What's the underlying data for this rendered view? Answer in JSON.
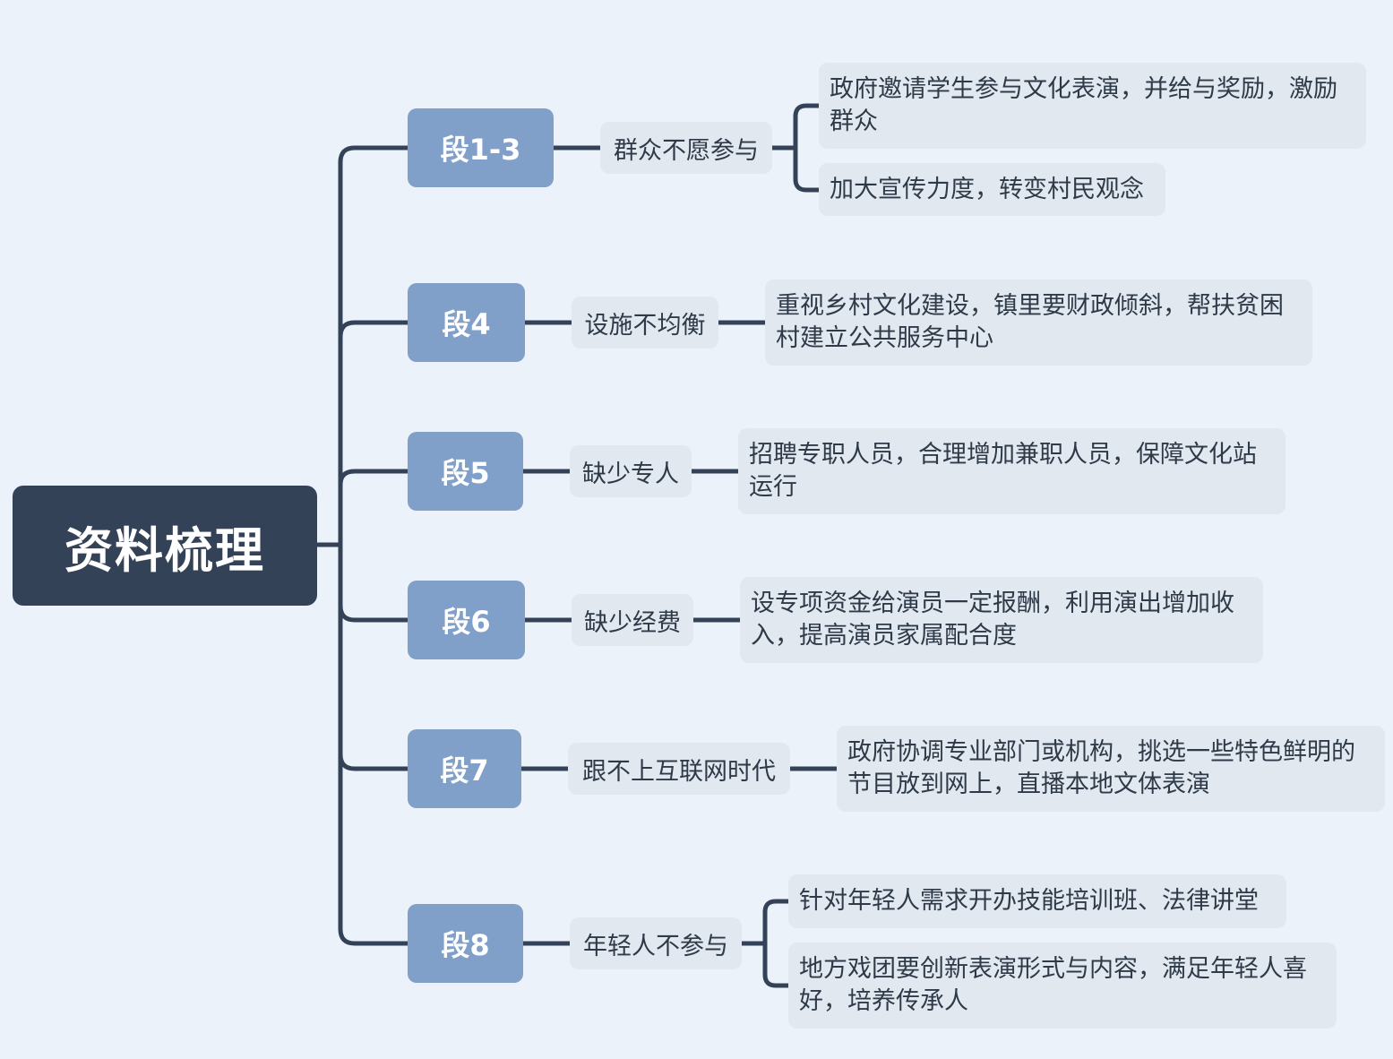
{
  "root": {
    "label": "资料梳理"
  },
  "branches": [
    {
      "section": "段1-3",
      "issue": "群众不愿参与",
      "solutions": [
        "政府邀请学生参与文化表演，并给与奖励，激励群众",
        "加大宣传力度，转变村民观念"
      ]
    },
    {
      "section": "段4",
      "issue": "设施不均衡",
      "solutions": [
        "重视乡村文化建设，镇里要财政倾斜，帮扶贫困村建立公共服务中心"
      ]
    },
    {
      "section": "段5",
      "issue": "缺少专人",
      "solutions": [
        "招聘专职人员，合理增加兼职人员，保障文化站运行"
      ]
    },
    {
      "section": "段6",
      "issue": "缺少经费",
      "solutions": [
        "设专项资金给演员一定报酬，利用演出增加收入，提高演员家属配合度"
      ]
    },
    {
      "section": "段7",
      "issue": "跟不上互联网时代",
      "solutions": [
        "政府协调专业部门或机构，挑选一些特色鲜明的节目放到网上，直播本地文体表演"
      ]
    },
    {
      "section": "段8",
      "issue": "年轻人不参与",
      "solutions": [
        "针对年轻人需求开办技能培训班、法律讲堂",
        "地方戏团要创新表演形式与内容，满足年轻人喜好，培养传承人"
      ]
    }
  ],
  "colors": {
    "background": "#ebf2fa",
    "root_fill": "#344257",
    "section_fill": "#81a0c9",
    "leaf_fill": "#e1e8f0",
    "connector": "#344257",
    "leaf_text": "#2f3a48"
  }
}
